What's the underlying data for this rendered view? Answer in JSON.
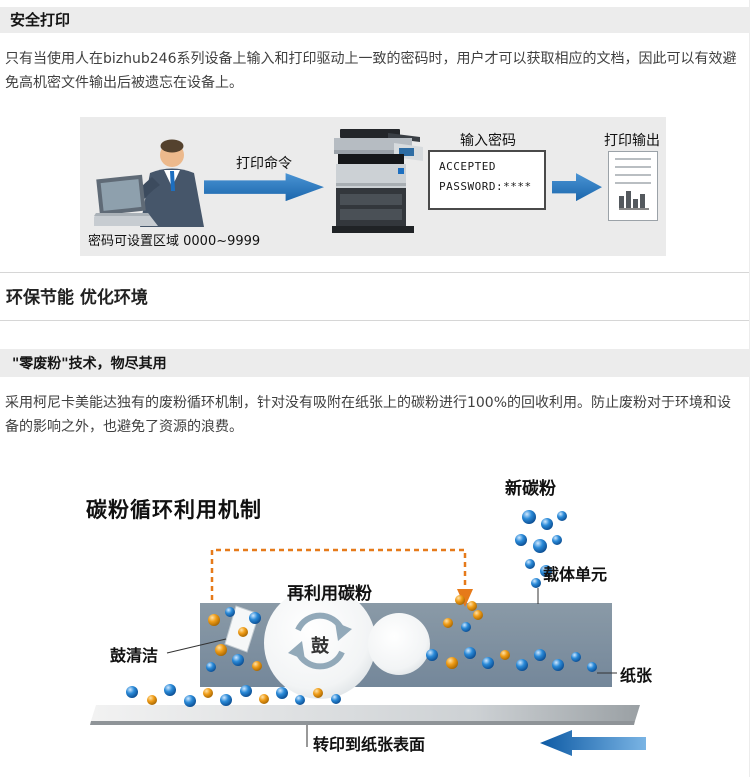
{
  "secure": {
    "heading": "安全打印",
    "body": "只有当使用人在bizhub246系列设备上输入和打印驱动上一致的密码时，用户才可以获取相应的文档，因此可以有效避免高机密文件输出后被遗忘在设备上。",
    "diagram": {
      "print_command": "打印命令",
      "enter_password": "输入密码",
      "accepted": "ACCEPTED",
      "password_masked": "PASSWORD:****",
      "print_output": "打印输出",
      "password_range": "密码可设置区域 0000~9999"
    }
  },
  "eco": {
    "heading": "环保节能 优化环境",
    "subheading": "\"零废粉\"技术，物尽其用",
    "body": "采用柯尼卡美能达独有的废粉循环机制，针对没有吸附在纸张上的碳粉进行100%的回收利用。防止废粉对于环境和设备的影响之外，也避免了资源的浪费。",
    "diagram": {
      "title": "碳粉循环利用机制",
      "new_toner": "新碳粉",
      "carrier_unit": "载体单元",
      "reused_toner": "再利用碳粉",
      "drum": "鼓",
      "drum_cleaning": "鼓清洁",
      "paper": "纸张",
      "transfer": "转印到纸张表面"
    }
  },
  "colors": {
    "heading_bar_gray": "#ececec",
    "diagram_bg_gray": "#ebebeb",
    "arrow_blue": "#2e7fc2",
    "toner_blue": "#1a7fd4",
    "toner_orange": "#ef9b12",
    "band_gray": "#7e91a0",
    "dashed_orange": "#e67a1a"
  }
}
